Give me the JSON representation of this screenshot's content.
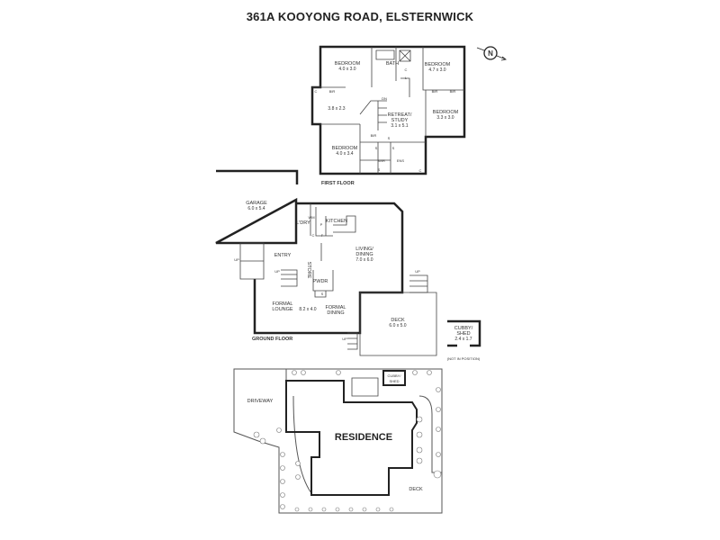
{
  "title": "361A KOOYONG ROAD, ELSTERNWICK",
  "compass": {
    "label": "N"
  },
  "first_floor": {
    "caption": "FIRST FLOOR",
    "rooms": [
      {
        "name": "BEDROOM",
        "dim": "4.0 x 3.0"
      },
      {
        "name": "BATH",
        "dim": ""
      },
      {
        "name": "BEDROOM",
        "dim": "4.7 x 3.0"
      },
      {
        "name": "BEDROOM",
        "dim": "3.3 x 3.0"
      },
      {
        "name": "RETREAT/",
        "dim": "STUDY"
      },
      {
        "name": "BEDROOM",
        "dim": "4.0 x 3.4"
      }
    ],
    "retreat_dim": "3.1 x 5.1",
    "landing_dim": "3.8 x 2.3",
    "small_labels": [
      "BIR",
      "BIR",
      "BIR",
      "BIR",
      "WIR",
      "ENS",
      "C",
      "C",
      "L",
      "C",
      "S",
      "S",
      "S",
      "S",
      "DN"
    ]
  },
  "ground_floor": {
    "caption": "GROUND FLOOR",
    "rooms": [
      {
        "name": "GARAGE",
        "dim": "6.0 x 5.4"
      },
      {
        "name": "L'DRY",
        "dim": ""
      },
      {
        "name": "KITCHEN",
        "dim": ""
      },
      {
        "name": "LIVING/",
        "dim": "DINING"
      },
      {
        "name": "ENTRY",
        "dim": ""
      },
      {
        "name": "STORE",
        "dim": ""
      },
      {
        "name": "PWDR",
        "dim": ""
      },
      {
        "name": "FORMAL",
        "dim": "LOUNGE"
      },
      {
        "name": "FORMAL",
        "dim": "DINING"
      },
      {
        "name": "DECK",
        "dim": "6.0 x 5.0"
      }
    ],
    "living_dim": "7.0 x 6.0",
    "lounge_dim": "8.2 x 4.0",
    "small_labels": [
      "WM",
      "P",
      "C",
      "F",
      "S",
      "UP",
      "UP",
      "UP",
      "UP"
    ],
    "cubby": {
      "line1": "CUBBY/",
      "line2": "SHED",
      "dim": "2.4 x 1.7",
      "note": "(NOT IN POSITION)"
    }
  },
  "site_plan": {
    "driveway": "DRIVEWAY",
    "residence": "RESIDENCE",
    "cubby_line1": "CUBBY/",
    "cubby_line2": "SHED",
    "deck": "DECK"
  }
}
